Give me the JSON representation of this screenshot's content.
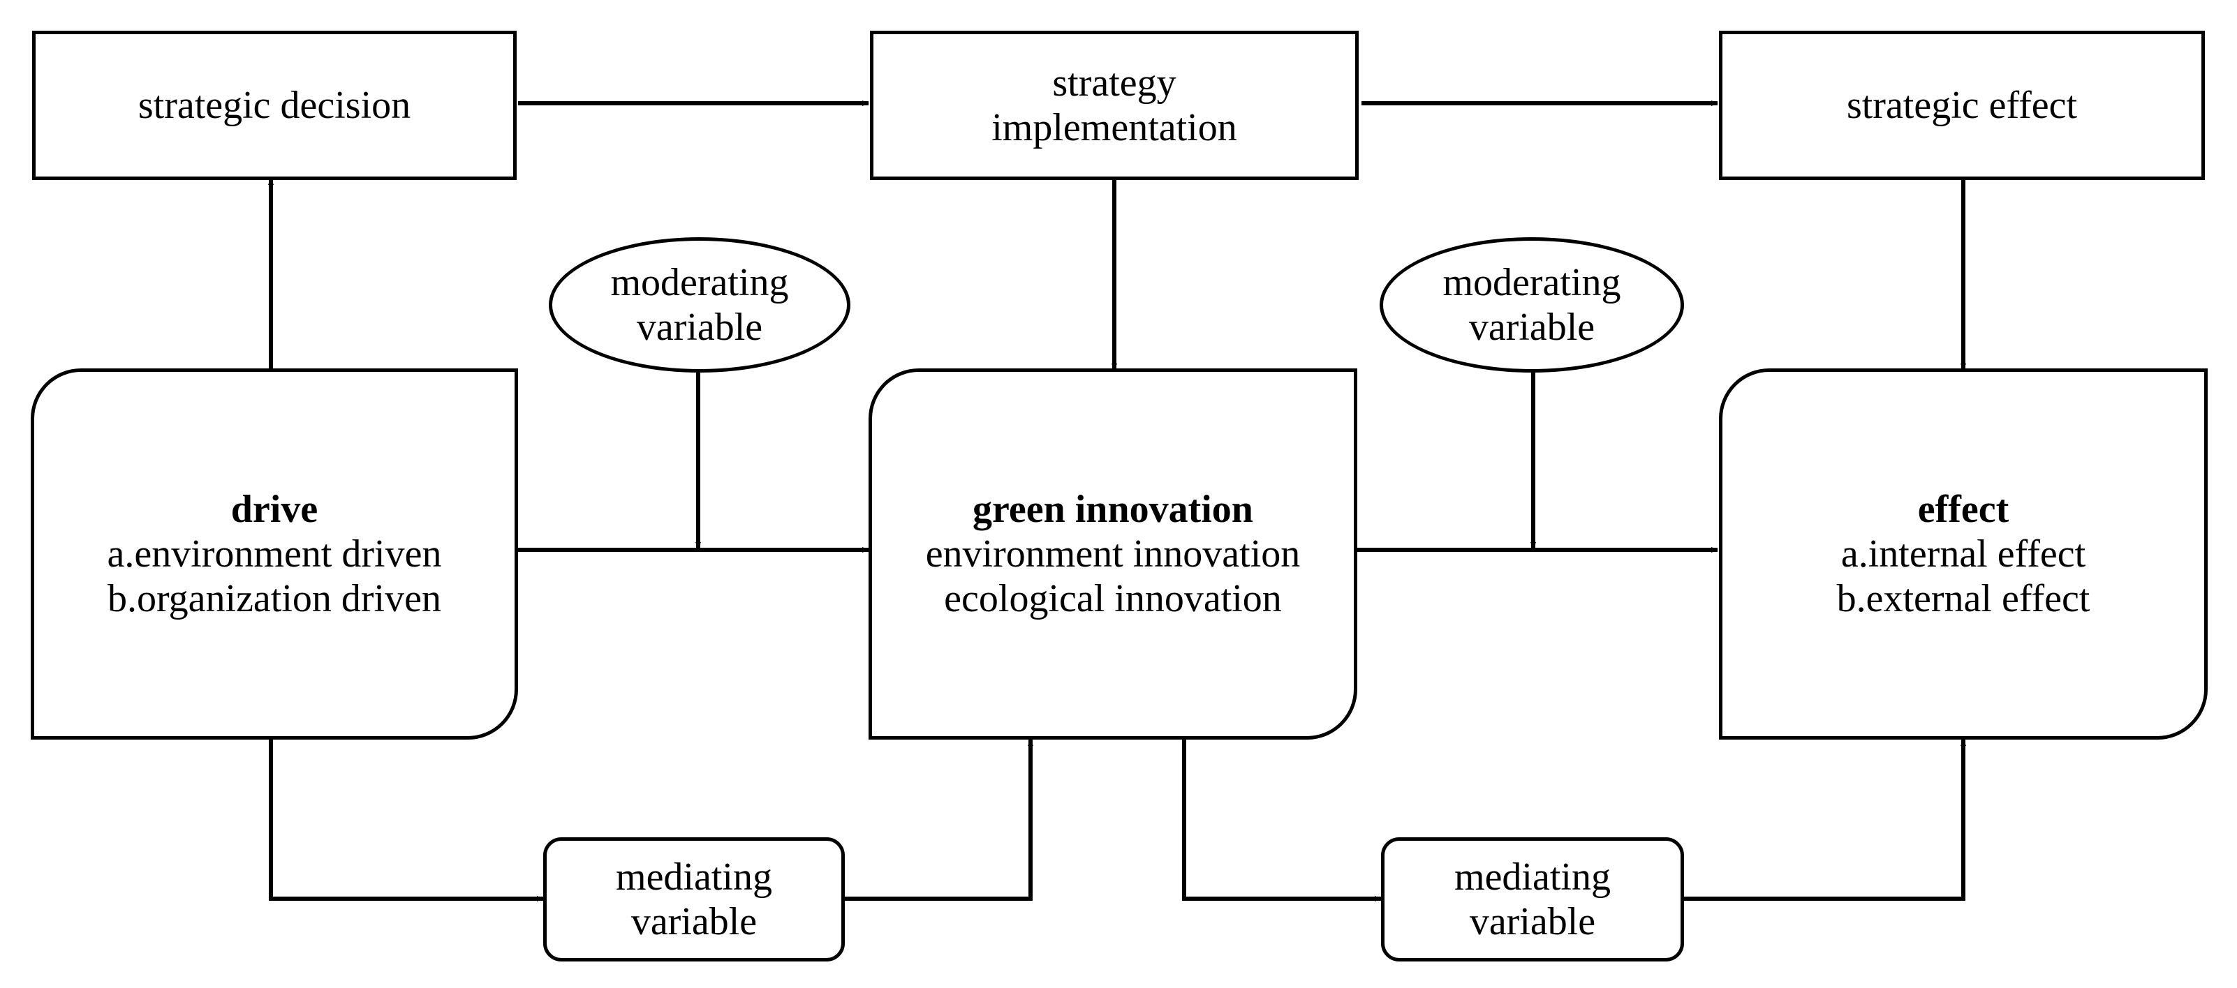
{
  "diagram": {
    "top_row": {
      "strategic_decision": "strategic decision",
      "strategy_implementation": [
        "strategy",
        "implementation"
      ],
      "strategic_effect": "strategic effect"
    },
    "moderators": {
      "left": [
        "moderating",
        "variable"
      ],
      "right": [
        "moderating",
        "variable"
      ]
    },
    "main_row": {
      "drive": {
        "title": "drive",
        "items": [
          "a.environment driven",
          "b.organization driven"
        ]
      },
      "green_innovation": {
        "title": "green innovation",
        "items": [
          "environment innovation",
          "ecological innovation"
        ]
      },
      "effect": {
        "title": "effect",
        "items": [
          "a.internal effect",
          "b.external effect"
        ]
      }
    },
    "mediators": {
      "left": [
        "mediating",
        "variable"
      ],
      "right": [
        "mediating",
        "variable"
      ]
    }
  }
}
